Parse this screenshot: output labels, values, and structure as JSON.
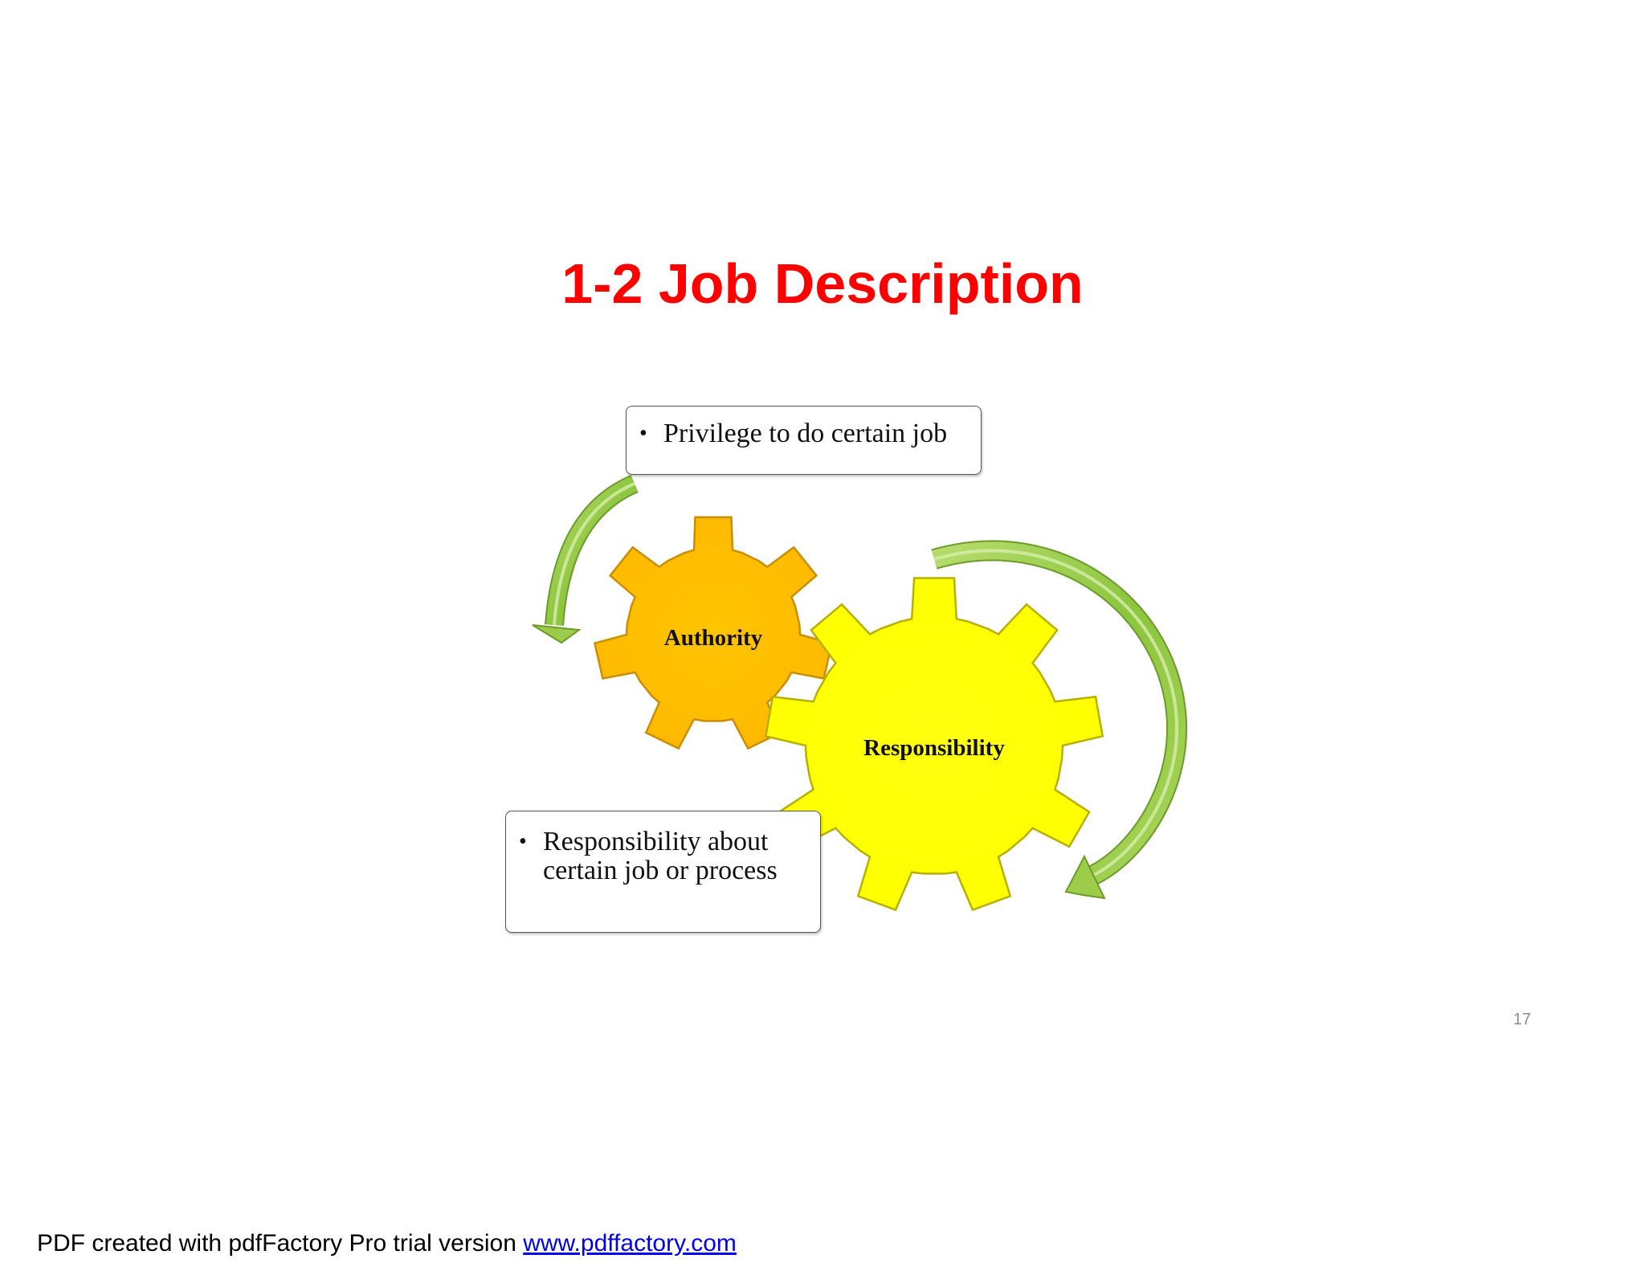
{
  "slide": {
    "title": "1-2 Job Description",
    "page_number": "17"
  },
  "diagram": {
    "gear_authority_label": "Authority",
    "gear_responsibility_label": "Responsibility",
    "callout_authority": {
      "bullet": "•",
      "text": "Privilege to do certain job"
    },
    "callout_responsibility": {
      "bullet": "•",
      "text_line1": "Responsibility about",
      "text_line2": "certain job or process"
    },
    "colors": {
      "authority_gear": "#ffbf00",
      "responsibility_gear": "#ffff00",
      "arrow": "#9ccc4a",
      "title": "#ff0000"
    }
  },
  "footer": {
    "text": "PDF created with pdfFactory Pro trial version ",
    "link_text": "www.pdffactory.com"
  }
}
